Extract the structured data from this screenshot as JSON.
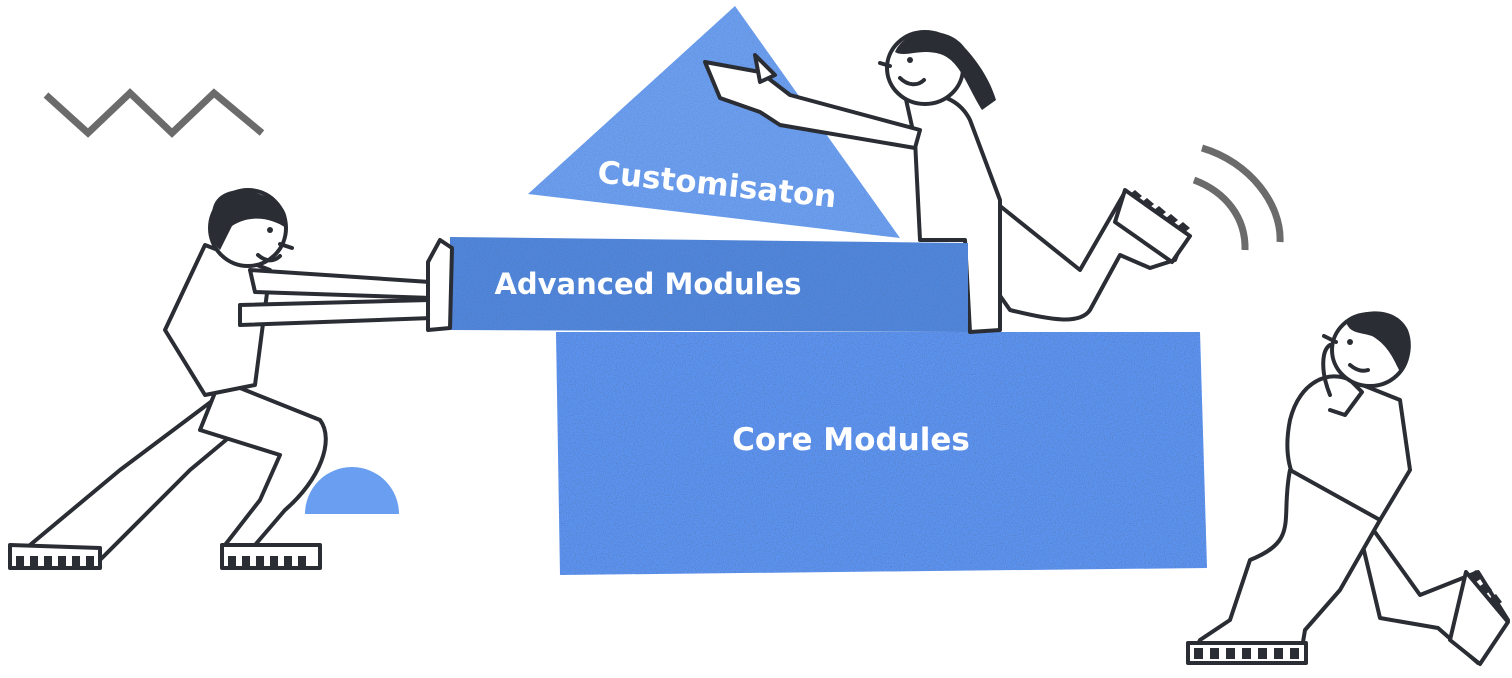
{
  "diagram": {
    "blocks": [
      {
        "id": "customisation",
        "label": "Customisaton",
        "color": "#6a9ef0"
      },
      {
        "id": "advanced",
        "label": "Advanced Modules",
        "color": "#4f86dc"
      },
      {
        "id": "core",
        "label": "Core Modules",
        "color": "#5b93f1"
      }
    ]
  },
  "colors": {
    "outline": "#2a2d33",
    "decoration": "#6b6b6b",
    "accent_light": "#6a9ef0"
  }
}
